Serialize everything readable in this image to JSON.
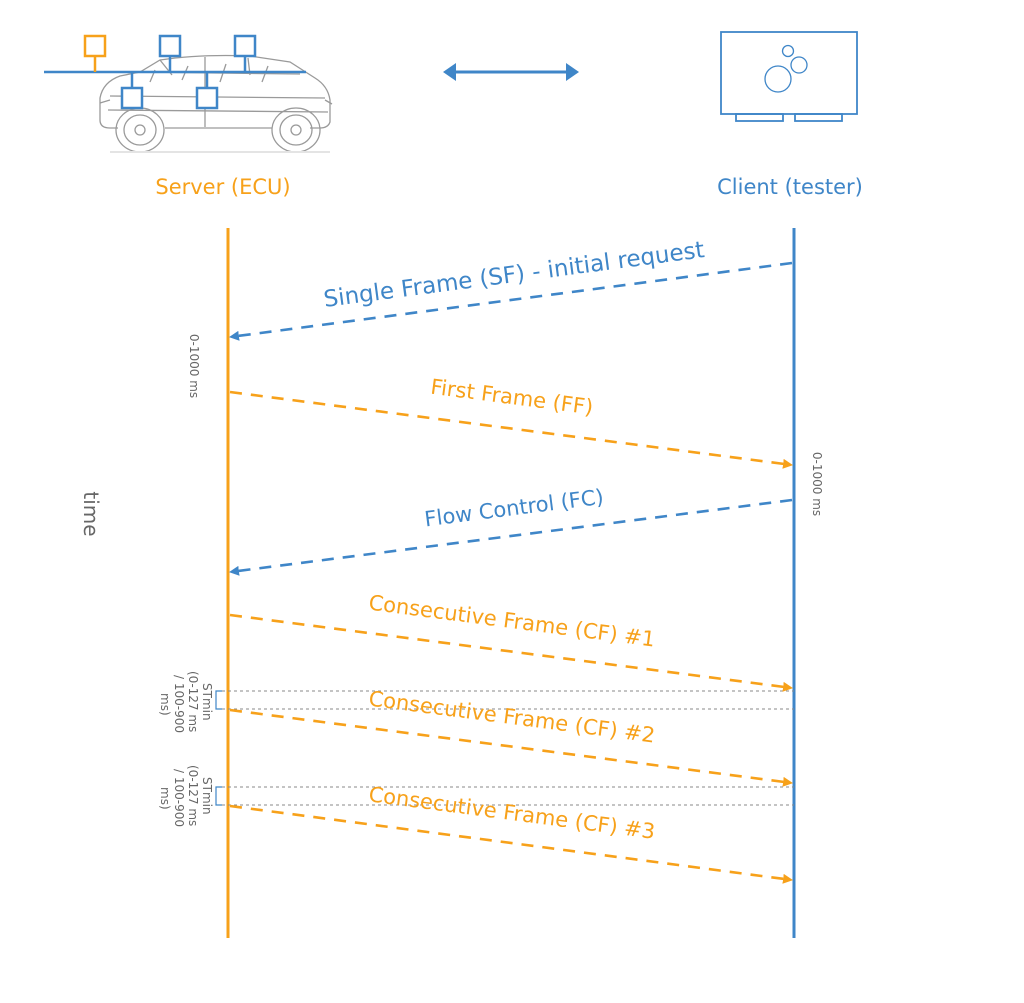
{
  "colors": {
    "server": "#f7a11a",
    "client": "#3f86c8",
    "guide": "#8a8a8a",
    "text_gray": "#666666",
    "car_outline": "#9a9a9a"
  },
  "participants": {
    "server": {
      "label": "Server (ECU)",
      "icon": "car-network-icon"
    },
    "client": {
      "label": "Client (tester)",
      "icon": "tester-device-icon"
    },
    "link_icon": "bidirectional-arrow-icon"
  },
  "axis": {
    "label": "time"
  },
  "messages": [
    {
      "id": "sf",
      "label": "Single Frame (SF) - initial request",
      "direction": "client-to-server",
      "color": "client"
    },
    {
      "id": "ff",
      "label": "First Frame (FF)",
      "direction": "server-to-client",
      "color": "server"
    },
    {
      "id": "fc",
      "label": "Flow Control (FC)",
      "direction": "client-to-server",
      "color": "client"
    },
    {
      "id": "cf1",
      "label": "Consecutive Frame (CF) #1",
      "direction": "server-to-client",
      "color": "server"
    },
    {
      "id": "cf2",
      "label": "Consecutive Frame (CF) #2",
      "direction": "server-to-client",
      "color": "server"
    },
    {
      "id": "cf3",
      "label": "Consecutive Frame (CF) #3",
      "direction": "server-to-client",
      "color": "server"
    }
  ],
  "timing_annotations": {
    "server_timeout": "0-1000 ms",
    "client_timeout": "0-1000 ms",
    "stmin_1": [
      "STmin",
      "(0-127 ms",
      "/ 100-900",
      "ms)"
    ],
    "stmin_2": [
      "STmin",
      "(0-127 ms",
      "/ 100-900",
      "ms)"
    ]
  }
}
